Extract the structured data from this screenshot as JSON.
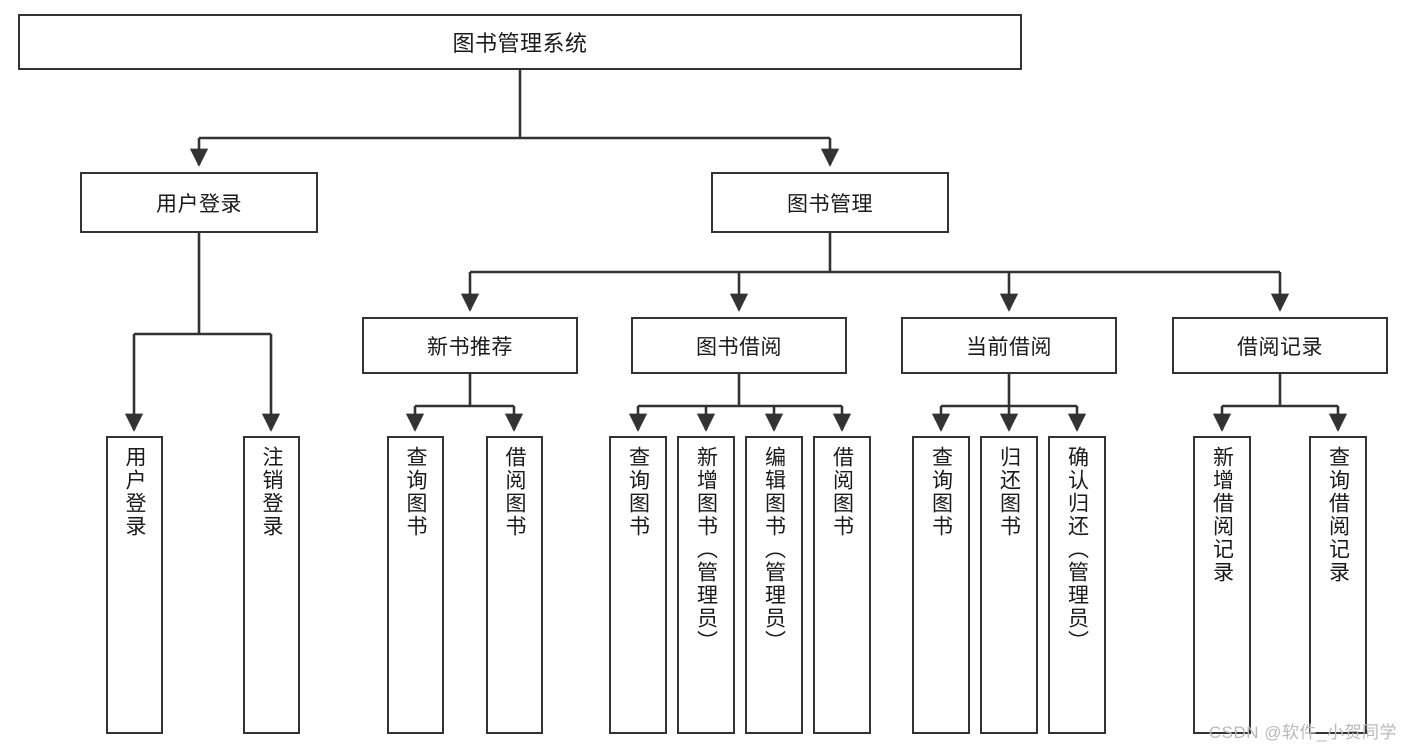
{
  "diagram": {
    "title": "图书管理系统",
    "type": "tree-hierarchy-diagram",
    "colors": {
      "box_border": "#333333",
      "box_fill": "#ffffff",
      "edge": "#333333",
      "text": "#1a1a1a",
      "watermark": "#b9b9b9",
      "background": "#ffffff"
    },
    "root": {
      "label": "图书管理系统"
    },
    "level2": [
      {
        "label": "用户登录"
      },
      {
        "label": "图书管理"
      }
    ],
    "level3": [
      {
        "label": "新书推荐"
      },
      {
        "label": "图书借阅"
      },
      {
        "label": "当前借阅"
      },
      {
        "label": "借阅记录"
      }
    ],
    "leaves": {
      "user_login": [
        {
          "label": "用户登录"
        },
        {
          "label": "注销登录"
        }
      ],
      "new_book_recommend": [
        {
          "label": "查询图书"
        },
        {
          "label": "借阅图书"
        }
      ],
      "book_borrow": [
        {
          "label": "查询图书"
        },
        {
          "label": "新增图书（管理员）"
        },
        {
          "label": "编辑图书（管理员）"
        },
        {
          "label": "借阅图书"
        }
      ],
      "current_borrow": [
        {
          "label": "查询图书"
        },
        {
          "label": "归还图书"
        },
        {
          "label": "确认归还（管理员）"
        }
      ],
      "borrow_record": [
        {
          "label": "新增借阅记录"
        },
        {
          "label": "查询借阅记录"
        }
      ]
    },
    "watermark": "CSDN @软件_小贺同学"
  }
}
